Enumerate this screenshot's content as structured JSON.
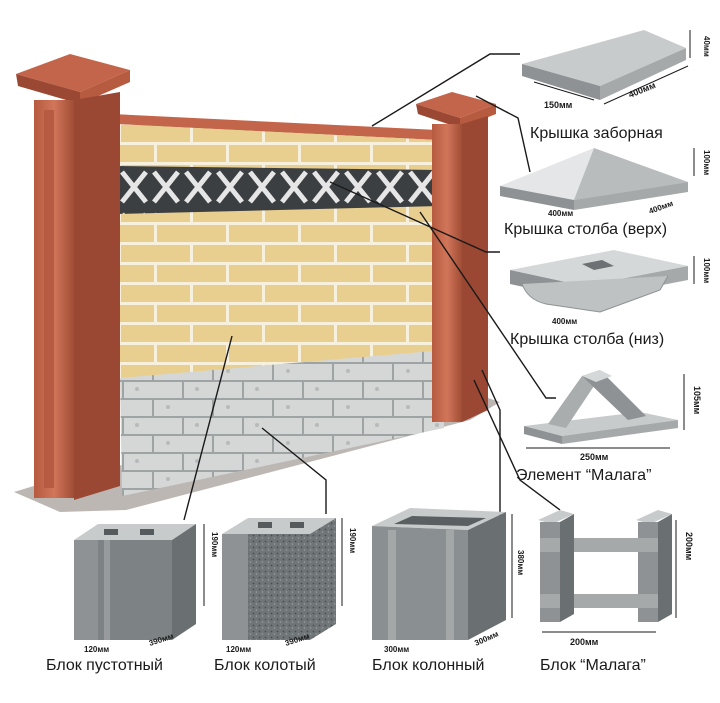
{
  "labels": {
    "fence_cap": "Крышка заборная",
    "post_cap_top": "Крышка столба (верх)",
    "post_cap_bottom": "Крышка столба (низ)",
    "malaga_element": "Элемент “Малага”",
    "block_hollow": "Блок пустотный",
    "block_split": "Блок колотый",
    "block_column": "Блок колонный",
    "block_malaga": "Блок “Малага”"
  },
  "dimensions": {
    "fence_cap_w": "150мм",
    "fence_cap_l": "400мм",
    "fence_cap_h": "40мм",
    "post_top_a": "400мм",
    "post_top_b": "400мм",
    "post_top_h": "100мм",
    "post_bottom_w": "400мм",
    "post_bottom_h": "100мм",
    "malaga_el_w": "250мм",
    "malaga_el_h": "105мм",
    "hollow_a": "120мм",
    "hollow_b": "390мм",
    "hollow_h": "190мм",
    "split_a": "120мм",
    "split_b": "390мм",
    "split_h": "190мм",
    "column_a": "300мм",
    "column_b": "300мм",
    "column_h": "380мм",
    "malaga_bl_w": "200мм",
    "malaga_bl_h": "200мм"
  },
  "colors": {
    "brick": "#c3654a",
    "brick_dark": "#9a4733",
    "sand": "#e8cf8f",
    "mortar": "#f7f0dc",
    "stone": "#cfd2d0",
    "grey": "#8e9294",
    "grey_light": "#c8cbcc",
    "grey_dark": "#5f6466"
  }
}
